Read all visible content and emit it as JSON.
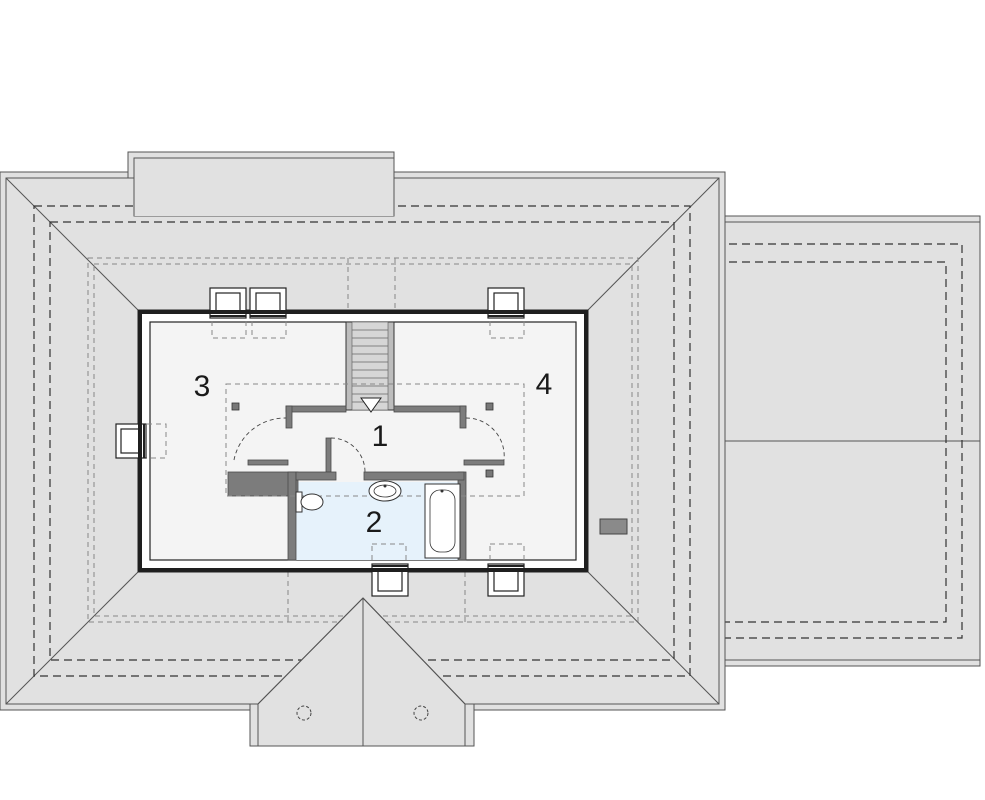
{
  "rooms": [
    {
      "id": "1",
      "label": "1"
    },
    {
      "id": "2",
      "label": "2"
    },
    {
      "id": "3",
      "label": "3"
    },
    {
      "id": "4",
      "label": "4"
    }
  ],
  "colors": {
    "roof": "#e1e1e1",
    "floor": "#f4f4f4",
    "bathroom": "#e6f2fb",
    "wall": "#1f1f1f",
    "partition": "#7c7c7c"
  },
  "icons": [
    "stair-arrow-icon",
    "washbasin-icon",
    "toilet-icon",
    "bathtub-icon",
    "roof-window-icon",
    "chimney-icon"
  ]
}
